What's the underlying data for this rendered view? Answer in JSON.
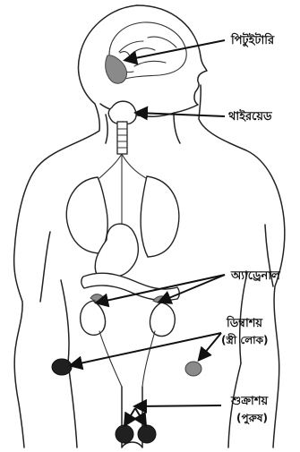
{
  "diagram": {
    "labels": {
      "pituitary": "পিটুইটারি",
      "thyroid": "থাইরয়েড",
      "adrenal": "অ্যাড্রেনাল",
      "ovary_line1": "ডিম্বাশয়",
      "ovary_line2": "(স্ত্রী লোক)",
      "testes_line1": "শুক্রাশয়",
      "testes_line2": "(পুরুষ)"
    }
  }
}
